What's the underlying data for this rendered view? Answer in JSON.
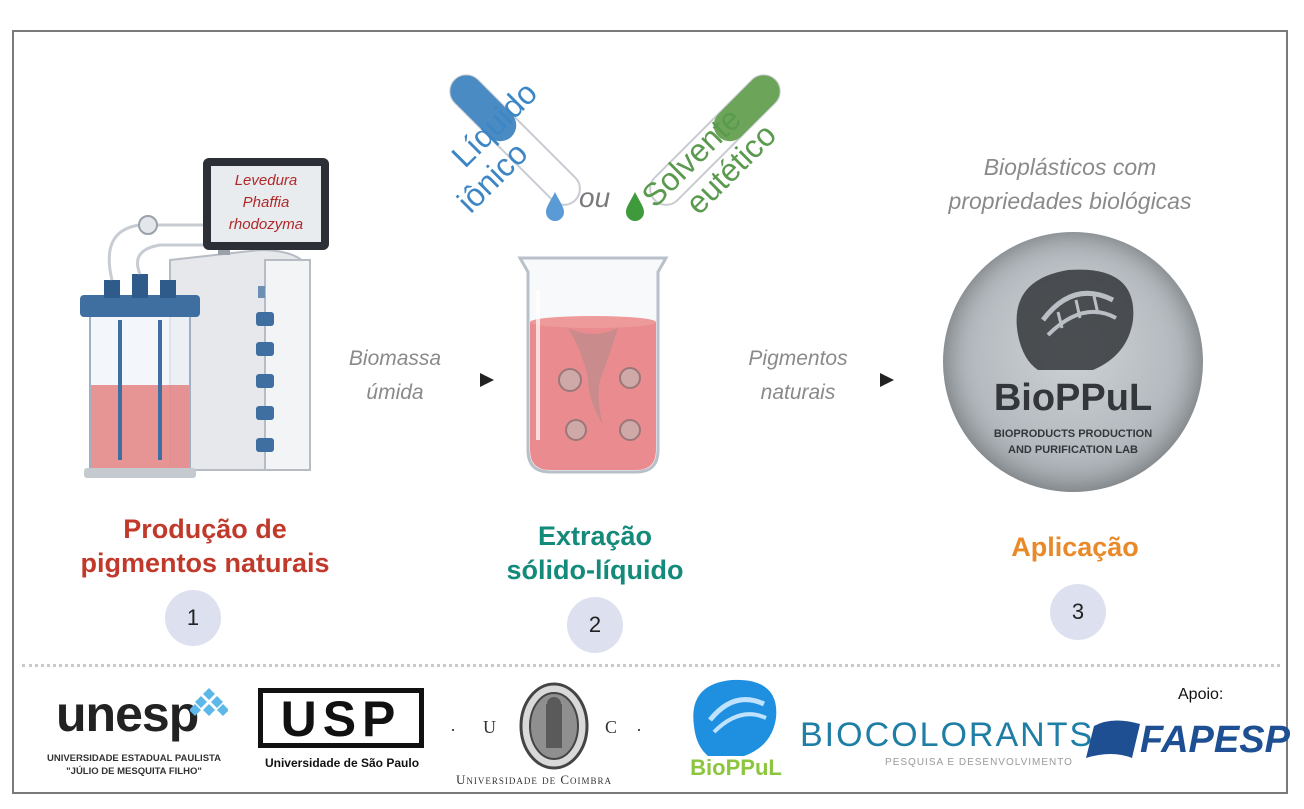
{
  "screen": {
    "monitor_text": [
      "Levedura",
      "Phaffia",
      "rhodozyma"
    ]
  },
  "solvents": {
    "ionic_line1": "Líquido",
    "ionic_line2": "iônico",
    "or": "ou",
    "eutectic_line1": "Solvente",
    "eutectic_line2": "eutético"
  },
  "flows": [
    {
      "line1": "Biomassa",
      "line2": "úmida"
    },
    {
      "line1": "Pigmentos",
      "line2": "naturais"
    }
  ],
  "application_caption": [
    "Bioplásticos com",
    "propriedades biológicas"
  ],
  "disc_logo": {
    "name": "BioPPuL",
    "line1": "BIOPRODUCTS PRODUCTION",
    "line2": "AND PURIFICATION LAB"
  },
  "stages": [
    {
      "title_line1": "Produção de",
      "title_line2": "pigmentos naturais",
      "number": "1"
    },
    {
      "title_line1": "Extração",
      "title_line2": "sólido-líquido",
      "number": "2"
    },
    {
      "title_line1": "Aplicação",
      "number": "3"
    }
  ],
  "colors": {
    "stage1": "#c0392b",
    "stage2": "#138a7a",
    "stage3": "#e8892a",
    "ionic": "#3d86c6",
    "eutectic": "#5a9a4e",
    "liquid": "#e27a7a"
  },
  "logos": {
    "unesp": {
      "name": "unesp",
      "line1": "UNIVERSIDADE ESTADUAL PAULISTA",
      "line2": "\"JÚLIO DE MESQUITA FILHO\""
    },
    "usp": {
      "name": "USP",
      "subtitle": "Universidade de São Paulo"
    },
    "coimbra": {
      "left": "U",
      "right": "C",
      "dot": "·",
      "subtitle": "Universidade de Coimbra"
    },
    "bioppul": {
      "name": "BioPPuL"
    },
    "biocolorants": {
      "name": "BIOCOLORANTS",
      "subtitle": "PESQUISA E DESENVOLVIMENTO"
    },
    "fapesp": {
      "support_label": "Apoio:",
      "name": "FAPESP"
    }
  }
}
